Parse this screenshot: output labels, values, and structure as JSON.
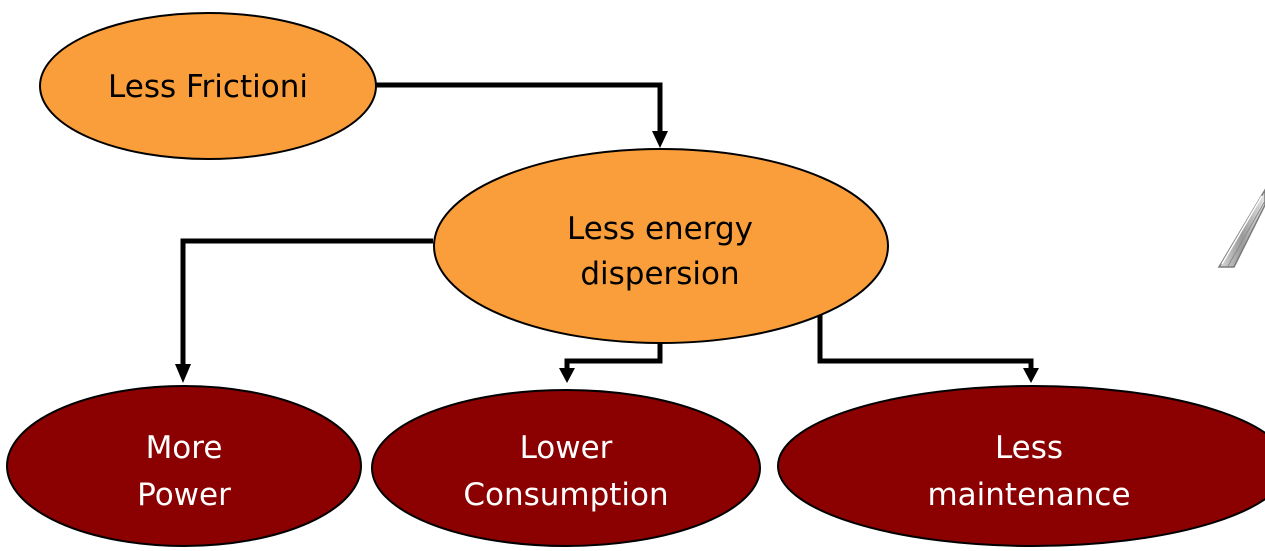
{
  "colors": {
    "top_node_fill": "#F99E3A",
    "bottom_node_fill": "#8B0000",
    "outline": "#000000",
    "connector": "#000000",
    "top_text": "#000000",
    "bottom_text": "#FFFFFF"
  },
  "nodes": {
    "less_friction": {
      "line1": "Less Frictioni"
    },
    "less_energy_dispersion": {
      "line1": "Less energy",
      "line2": "dispersion"
    },
    "more_power": {
      "line1": "More",
      "line2": "Power"
    },
    "lower_consumption": {
      "line1": "Lower",
      "line2": "Consumption"
    },
    "less_maintenance": {
      "line1": "Less",
      "line2": "maintenance"
    }
  },
  "decoration": {
    "icon": "partial-italic-letter-a-icon"
  }
}
